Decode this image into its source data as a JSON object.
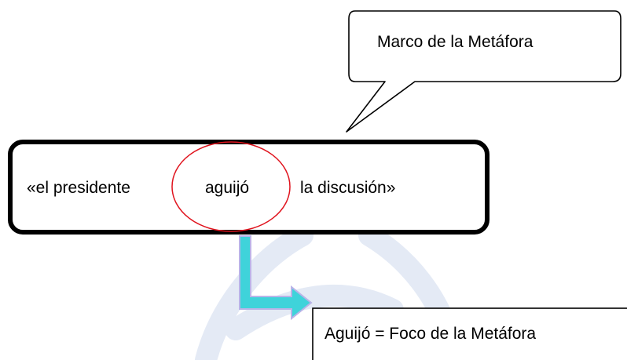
{
  "callout": {
    "text": "Marco de la Metáfora"
  },
  "sentence": {
    "subject": "«el presidente",
    "focus": "aguijó",
    "object": "la discusión»"
  },
  "focus_label": {
    "text": "Aguijó = Foco de la Metáfora"
  },
  "colors": {
    "frame_border": "#000000",
    "ellipse_stroke": "#e0141e",
    "arrow_fill": "#3fd3da",
    "arrow_stroke": "#b9b4e8",
    "watermark": "#dbe3f2"
  }
}
